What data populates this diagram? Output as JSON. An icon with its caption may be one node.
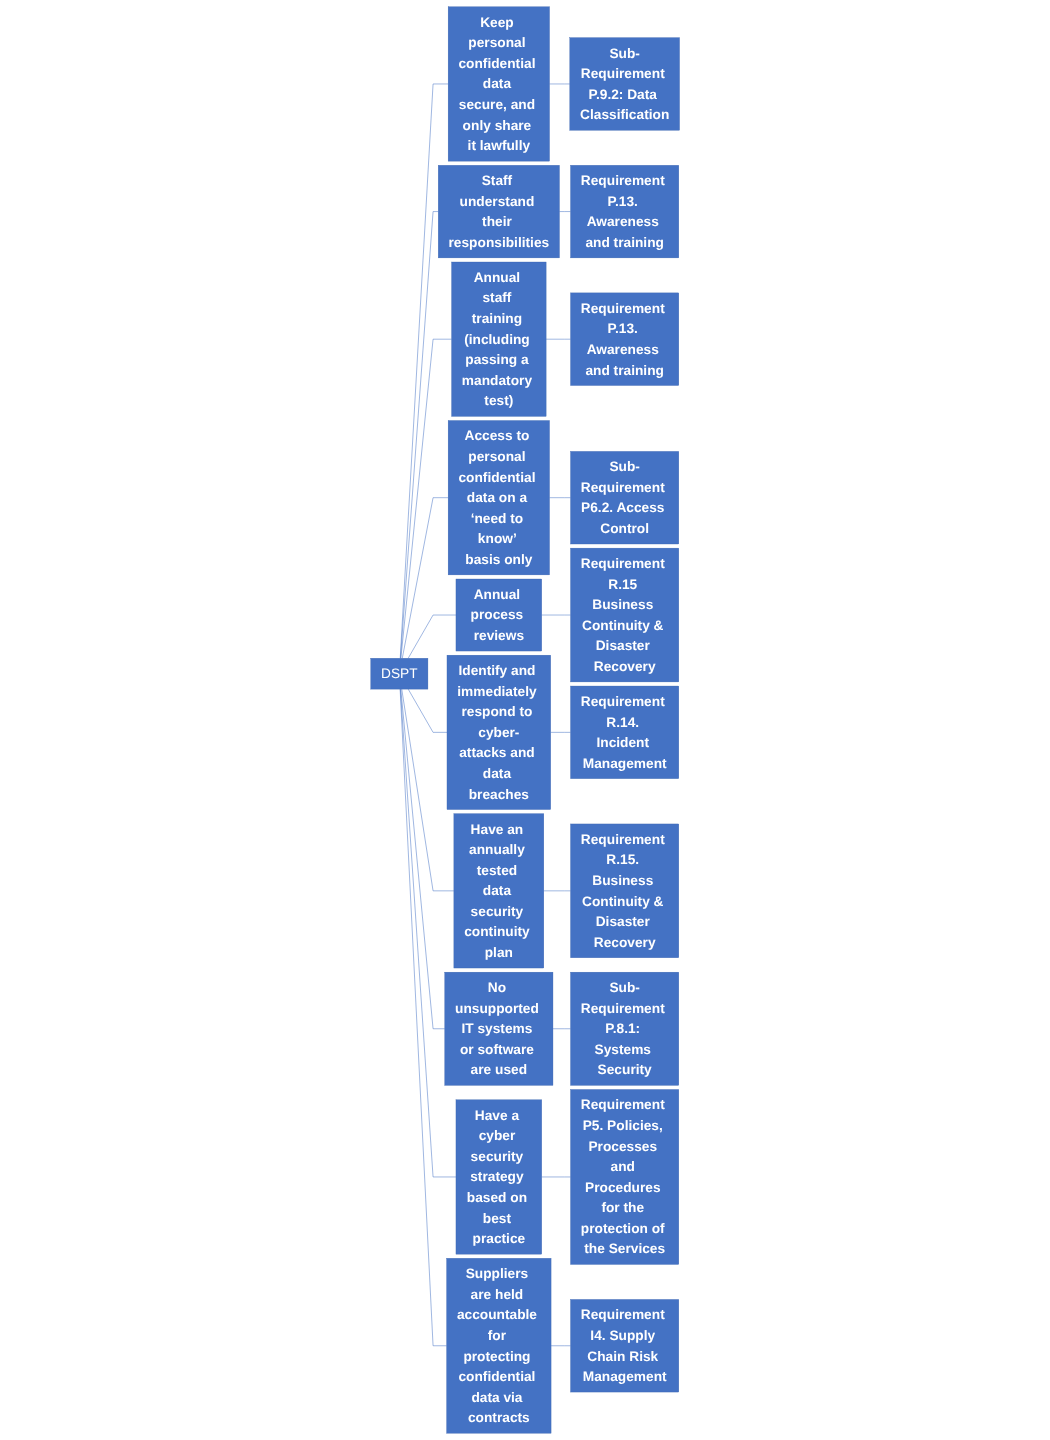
{
  "diagram": {
    "nodes": [
      {
        "text": [
          "DSPT"
        ]
      },
      {
        "text": [
          "Keep personal confidential data secure, and only share it lawfully"
        ]
      },
      {
        "text": [
          "Sub-Requirement P.9.2: Data Classification"
        ]
      },
      {
        "text": [
          "Staff understand their responsibilities"
        ]
      },
      {
        "text": [
          "Requirement P.13. Awareness and training"
        ]
      },
      {
        "text": [
          "Annual staff training (including passing a mandatory test)"
        ]
      },
      {
        "text": [
          "Requirement P.13. Awareness and training"
        ]
      },
      {
        "text": [
          "Access to personal confidential data on a ‘need to know’ basis only"
        ]
      },
      {
        "text": [
          "Sub-Requirement P6.2. Access Control"
        ]
      },
      {
        "text": [
          "Annual process reviews"
        ]
      },
      {
        "text": [
          "Requirement R.15 Business Continuity & Disaster Recovery"
        ]
      },
      {
        "text": [
          "Identify and immediately respond to cyber-attacks and data breaches"
        ]
      },
      {
        "text": [
          "Requirement R.14. Incident Management"
        ]
      },
      {
        "text": [
          "Have an annually tested data security continuity plan"
        ]
      },
      {
        "text": [
          "Requirement R.15. Business Continuity & Disaster Recovery"
        ]
      },
      {
        "text": [
          "No unsupported IT systems or software are used"
        ]
      },
      {
        "text": [
          "Sub-Requirement P.8.1: Systems Security"
        ]
      },
      {
        "text": [
          "Have a cyber security strategy based on best practice"
        ]
      },
      {
        "text": [
          "Requirement P5. Policies, Processes and Procedures for the protection of the Services"
        ]
      },
      {
        "text": [
          "Suppliers are held accountable for protecting confidential data via contracts"
        ]
      },
      {
        "text": [
          "Requirement I4. Supply Chain Risk Management"
        ]
      }
    ],
    "edges": [
      {
        "from": 0,
        "to": 1,
        "arrow": "none"
      },
      {
        "from": 1,
        "to": 2,
        "arrow": "none"
      },
      {
        "from": 0,
        "to": 3,
        "arrow": "none"
      },
      {
        "from": 3,
        "to": 4,
        "arrow": "none"
      },
      {
        "from": 0,
        "to": 5,
        "arrow": "none"
      },
      {
        "from": 5,
        "to": 6,
        "arrow": "none"
      },
      {
        "from": 0,
        "to": 7,
        "arrow": "none"
      },
      {
        "from": 7,
        "to": 8,
        "arrow": "none"
      },
      {
        "from": 0,
        "to": 9,
        "arrow": "none"
      },
      {
        "from": 9,
        "to": 10,
        "arrow": "none"
      },
      {
        "from": 0,
        "to": 11,
        "arrow": "none"
      },
      {
        "from": 11,
        "to": 12,
        "arrow": "none"
      },
      {
        "from": 0,
        "to": 13,
        "arrow": "none"
      },
      {
        "from": 13,
        "to": 14,
        "arrow": "none"
      },
      {
        "from": 0,
        "to": 15,
        "arrow": "none"
      },
      {
        "from": 15,
        "to": 16,
        "arrow": "none"
      },
      {
        "from": 0,
        "to": 17,
        "arrow": "none"
      },
      {
        "from": 17,
        "to": 18,
        "arrow": "none"
      },
      {
        "from": 0,
        "to": 19,
        "arrow": "none"
      },
      {
        "from": 19,
        "to": 20,
        "arrow": "none"
      }
    ]
  }
}
